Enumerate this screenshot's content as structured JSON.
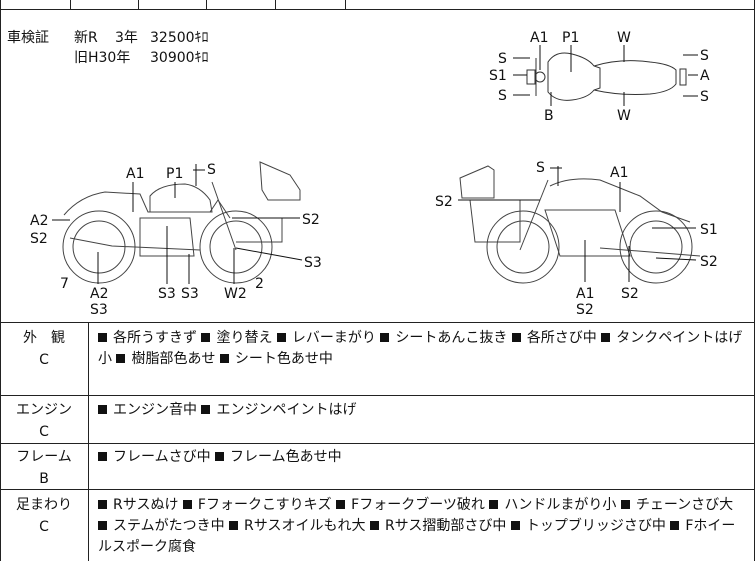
{
  "header": {
    "registration_label": "車検証",
    "new_label": "新R",
    "new_years": "3年",
    "new_distance": "32500ｷﾛ",
    "old_label": "旧H30年",
    "old_distance": "30900ｷﾛ"
  },
  "diagram_labels": {
    "top": [
      "A1",
      "P1",
      "W",
      "S",
      "S1",
      "S",
      "S",
      "A",
      "S",
      "B",
      "W"
    ],
    "left": [
      "A1",
      "P1",
      "S",
      "A2",
      "S2",
      "S2",
      "S3",
      "7",
      "A2",
      "S3",
      "S3",
      "S3",
      "W2",
      "2"
    ],
    "right": [
      "S",
      "A1",
      "S2",
      "S1",
      "S2",
      "A1",
      "S2",
      "S2"
    ]
  },
  "sections": [
    {
      "category": "外　観",
      "grade": "C",
      "items": [
        "各所うすきず",
        "塗り替え",
        "レバーまがり",
        "シートあんこ抜き",
        "各所さび中",
        "タンクペイントはげ小",
        "樹脂部色あせ",
        "シート色あせ中"
      ]
    },
    {
      "category": "エンジン",
      "grade": "C",
      "items": [
        "エンジン音中",
        "エンジンペイントはげ"
      ]
    },
    {
      "category": "フレーム",
      "grade": "B",
      "items": [
        "フレームさび中",
        "フレーム色あせ中"
      ]
    },
    {
      "category": "足まわり",
      "grade": "C",
      "items": [
        "Rサスぬけ",
        "Fフォークこすりキズ",
        "Fフォークブーツ破れ",
        "ハンドルまがり小",
        "チェーンさび大",
        "ステムがたつき中",
        "Rサスオイルもれ大",
        "Rサス摺動部さび中",
        "トップブリッジさび中",
        "Fホイールスポーク腐食"
      ]
    }
  ]
}
